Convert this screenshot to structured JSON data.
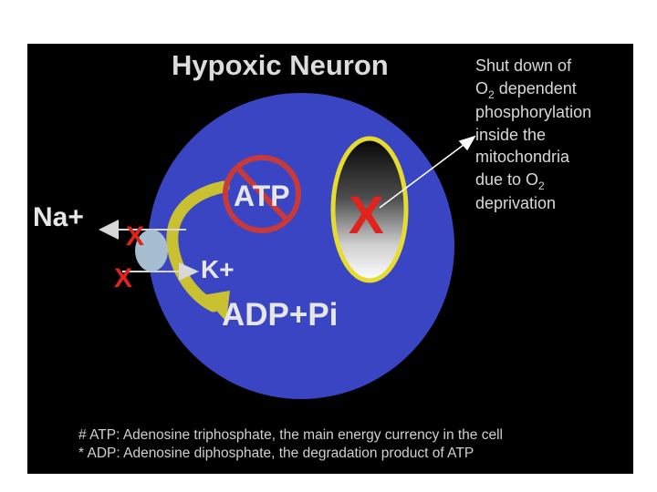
{
  "title": "Hypoxic Neuron",
  "callout": {
    "line1": "Shut down of",
    "line2_pre": "O",
    "line2_sub": "2",
    "line2_post": " dependent",
    "line3": "phosphorylation",
    "line4": "inside the",
    "line5": "mitochondria",
    "line6_pre": "due to O",
    "line6_sub": "2",
    "line7": "deprivation"
  },
  "labels": {
    "sodium": "Na+",
    "atp": "ATP",
    "potassium": "K+",
    "adp": "ADP+Pi",
    "mito_block": "X",
    "na_block": "X",
    "k_block": "X"
  },
  "footnotes": {
    "atp_def": "# ATP: Adenosine triphosphate, the main energy currency in the cell",
    "adp_def": "* ADP: Adenosine diphosphate, the degradation product of ATP"
  },
  "colors": {
    "background": "#000000",
    "cell": "#3a45c4",
    "arrow": "#c9c132",
    "block_x": "#e0231c",
    "no_sign": "#c8393a",
    "mito_outline": "#e6dc30",
    "pump": "#a7bed0",
    "text": "#e6e6e6"
  }
}
